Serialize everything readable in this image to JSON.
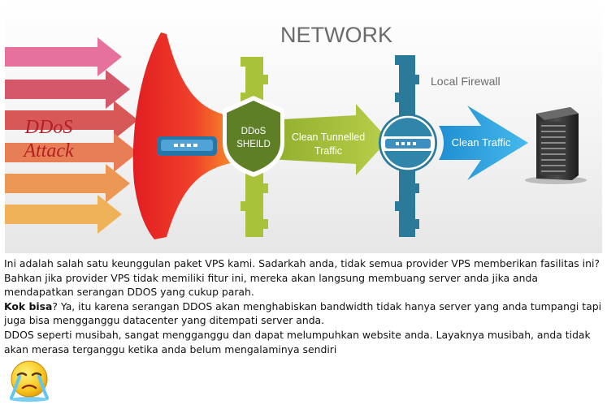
{
  "diagram": {
    "title": "NETWORK",
    "attack_label_line1": "DDoS",
    "attack_label_line2": "Attack",
    "shield_line1": "DDoS",
    "shield_line2": "SHEILD",
    "tunnel_line1": "Clean Tunnelled",
    "tunnel_line2": "Traffic",
    "firewall_label": "Local Firewall",
    "clean_label": "Clean Traffic",
    "colors": {
      "funnel_red": "#e8262a",
      "shield_green": "#5f7f27",
      "tunnel_green": "#a6bf3a",
      "firewall_teal": "#2b7a9a",
      "clean_blue": "#2fa5e0",
      "title_gray": "#6b6b6b"
    }
  },
  "article": {
    "p1": "Ini adalah salah satu keunggulan paket VPS kami. Sadarkah anda, tidak semua provider VPS memberikan fasilitas ini? Bahkan jika provider VPS tidak memiliki fitur ini, mereka akan langsung membuang server anda jika anda mendapatkan serangan DDOS yang cukup parah.",
    "p2_bold": "Kok bisa",
    "p2_rest": "? Ya, itu karena serangan DDOS akan menghabiskan bandwidth tidak hanya server yang anda tumpangi tapi juga bisa mengganggu datacenter yang ditempati server anda.",
    "p3": "DDOS seperti musibah, sangat mengganggu dan dapat melumpuhkan website anda. Layaknya musibah, anda tidak akan merasa terganggu ketika anda belum mengalaminya sendiri"
  },
  "emoticon": "crying-smiley-icon"
}
